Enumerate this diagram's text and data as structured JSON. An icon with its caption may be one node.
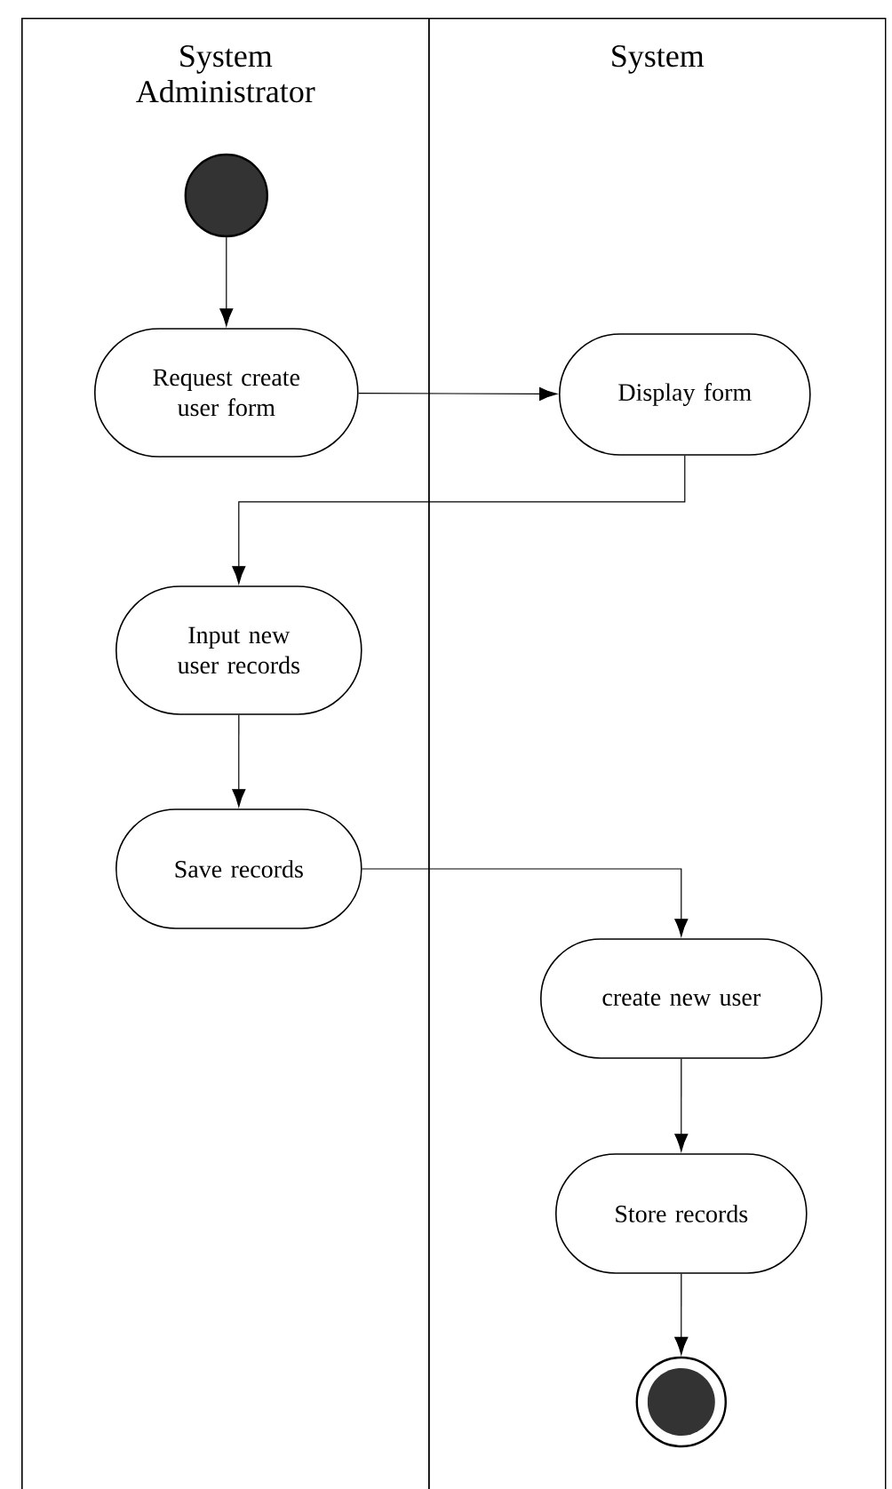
{
  "diagram": {
    "nodes": [
      {
        "text": [
          "System Administrator"
        ]
      },
      {
        "text": [
          "System"
        ]
      },
      {
        "text": [],
        "shape": "circle",
        "in": 0
      },
      {
        "text": [
          "Request create user form"
        ],
        "in": 0
      },
      {
        "text": [
          "Display form"
        ],
        "in": 1
      },
      {
        "text": [
          "Input new user records"
        ],
        "in": 0
      },
      {
        "text": [
          "Save records"
        ],
        "in": 0
      },
      {
        "text": [
          "create new user"
        ],
        "in": 1
      },
      {
        "text": [
          "Store records"
        ],
        "in": 1
      },
      {
        "text": [],
        "shape": "bullseye",
        "in": 1
      }
    ],
    "edges": [
      {
        "from": 2,
        "to": 3,
        "arrow": "to"
      },
      {
        "from": 3,
        "to": 4,
        "arrow": "to"
      },
      {
        "from": 4,
        "to": 5,
        "arrow": "to"
      },
      {
        "from": 5,
        "to": 6,
        "arrow": "to"
      },
      {
        "from": 6,
        "to": 7,
        "arrow": "to"
      },
      {
        "from": 7,
        "to": 8,
        "arrow": "to"
      },
      {
        "from": 8,
        "to": 9,
        "arrow": "to"
      }
    ]
  }
}
